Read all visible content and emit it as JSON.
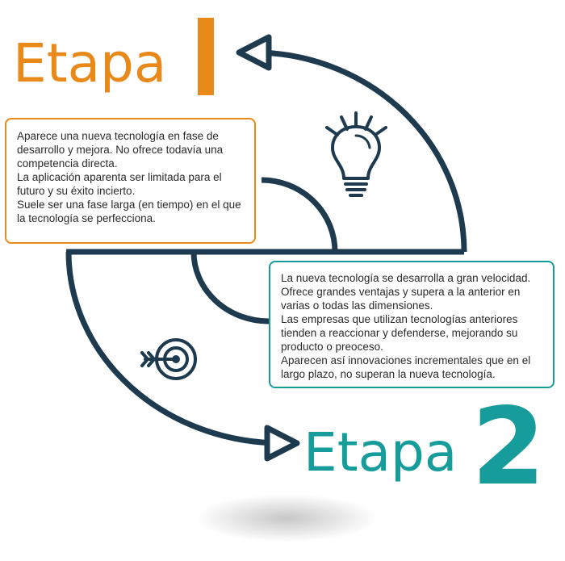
{
  "stage1": {
    "title": "Etapa",
    "numeral_icon": "roman-numeral-one",
    "paragraphs": [
      "Aparece una nueva tecnología en fase de desarrollo y mejora. No ofrece todavía una competencia directa.",
      "La aplicación aparenta ser limitada para el futuro y su éxito incierto.",
      "Suele ser una fase larga (en tiempo) en el que la tecnología se perfecciona."
    ],
    "icon": "lightbulb-icon",
    "color": "#e8891a"
  },
  "stage2": {
    "title": "Etapa",
    "number": "2",
    "paragraphs": [
      "La nueva tecnología se desarrolla a gran velocidad. Ofrece grandes ventajas y supera a la anterior en varias o todas las dimensiones.",
      "Las empresas que utilizan tecnologías anteriores tienden a reaccionar y defenderse, mejorando su producto o preoceso.",
      "Aparecen así innovaciones incrementales que en el largo plazo, no superan la nueva tecnología."
    ],
    "icon": "target-arrow-icon",
    "color": "#169c9a"
  },
  "line_color": "#1d3a4e"
}
